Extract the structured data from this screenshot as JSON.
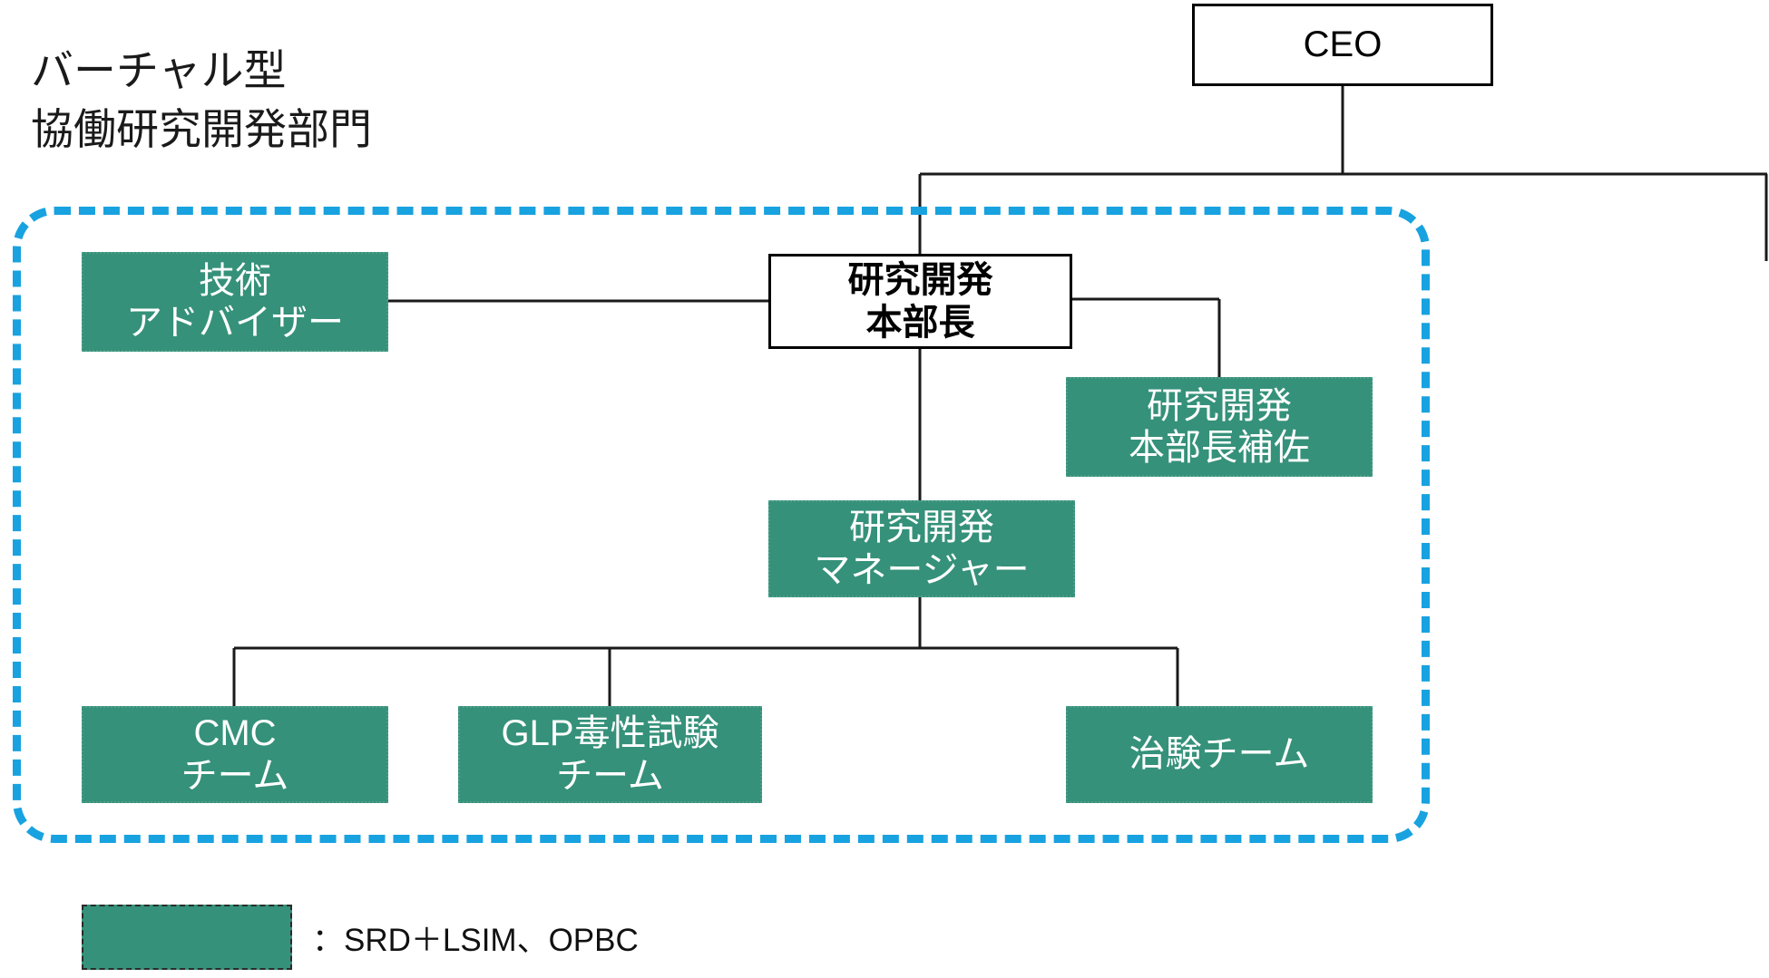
{
  "diagram": {
    "title": "バーチャル型\n協働研究開発部門",
    "accent_dashed_color": "#18A2E0",
    "node_fill_color": "#35917A",
    "node_text_color": "#FFFFFF",
    "plain_border_color": "#000000"
  },
  "nodes": {
    "ceo": {
      "line1": "CEO"
    },
    "tech_advisor": {
      "line1": "技術",
      "line2": "アドバイザー"
    },
    "rd_head": {
      "line1": "研究開発",
      "line2": "本部長"
    },
    "rd_deputy": {
      "line1": "研究開発",
      "line2": "本部長補佐"
    },
    "rd_manager": {
      "line1": "研究開発",
      "line2": "マネージャー"
    },
    "cmc_team": {
      "line1": "CMC",
      "line2": "チーム"
    },
    "glp_team": {
      "line1": "GLP毒性試験",
      "line2": "チーム"
    },
    "clinical_team": {
      "line1": "治験チーム",
      "line2": ""
    }
  },
  "legend": {
    "swatch_color": "#35917A",
    "text": "：SRD＋LSIM、OPBC"
  }
}
